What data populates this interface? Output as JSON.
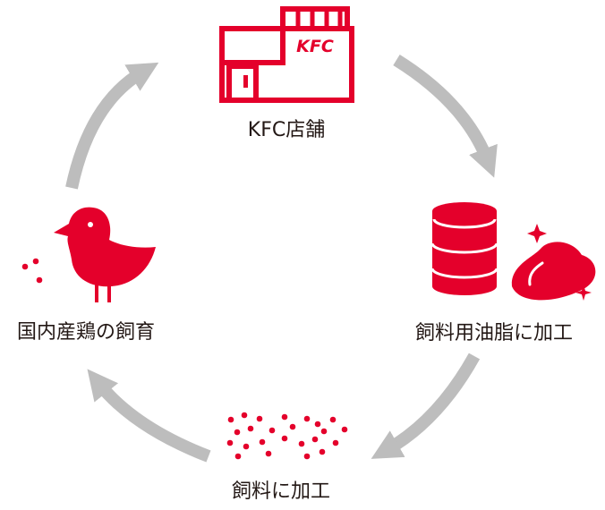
{
  "colors": {
    "accent": "#e4002b",
    "arrow": "#bdbdbd",
    "text": "#231815",
    "background": "#ffffff"
  },
  "cycle": {
    "direction": "clockwise",
    "nodes": [
      {
        "id": "store",
        "label": "KFC店舗",
        "icon": "kfc-store-icon",
        "logo_text": "KFC"
      },
      {
        "id": "oil",
        "label": "飼料用油脂に加工",
        "icon": "oil-drum-and-fat-icon"
      },
      {
        "id": "feed",
        "label": "飼料に加工",
        "icon": "feed-pellets-icon"
      },
      {
        "id": "chicken",
        "label": "国内産鶏の飼育",
        "icon": "chicken-icon"
      }
    ]
  }
}
